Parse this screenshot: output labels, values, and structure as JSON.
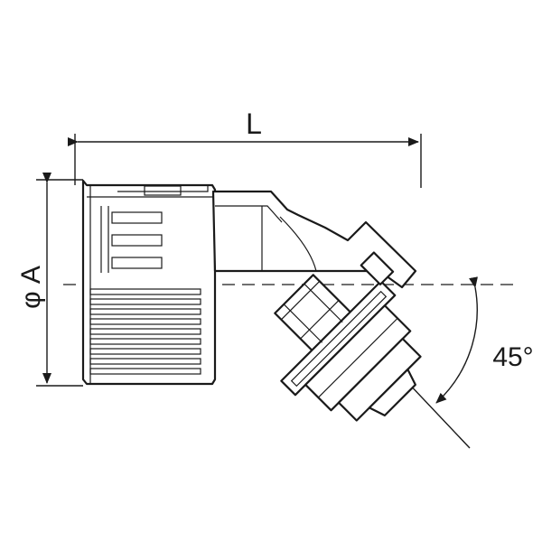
{
  "dimensions": {
    "length_label": "L",
    "diameter_label": "φ A",
    "angle_label": "45°"
  },
  "colors": {
    "line": "#1a1a1a",
    "background": "#ffffff"
  }
}
